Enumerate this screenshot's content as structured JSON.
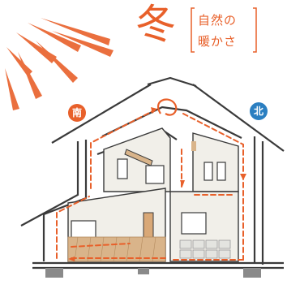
{
  "title": "冬",
  "subtitle": [
    "自然の",
    "暖かさ"
  ],
  "directions": {
    "south": "南",
    "north": "北"
  },
  "colors": {
    "accent": "#e8602a",
    "south_badge": "#e8602a",
    "north_badge": "#2b7fc1",
    "wall": "#3a3a3a",
    "floor_wood": "#d9b48a"
  }
}
